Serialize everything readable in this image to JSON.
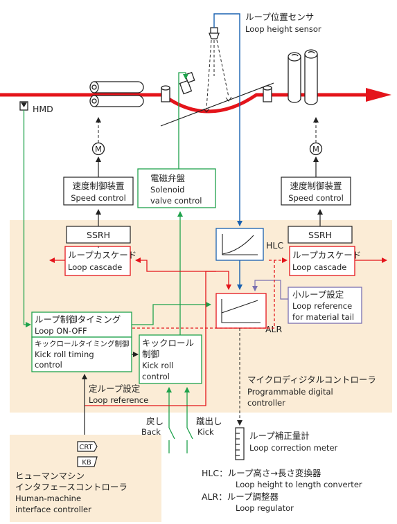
{
  "labels": {
    "loop_sensor_jp": "ループ位置センサ",
    "loop_sensor_en": "Loop height sensor",
    "hmd": "HMD",
    "motor": "M",
    "speed_jp": "速度制御装置",
    "speed_en": "Speed control",
    "solenoid_jp": "電磁弁盤",
    "solenoid_en1": "Solenoid",
    "solenoid_en2": "valve control",
    "ssrh": "SSRH",
    "cascade_jp": "ループカスケード",
    "cascade_en": "Loop cascade",
    "hlc": "HLC",
    "alr": "ALR",
    "small_loop_jp": "小ループ設定",
    "small_loop_en1": "Loop reference",
    "small_loop_en2": "for material tail",
    "timing_jp": "ループ制御タイミング",
    "timing_en": "Loop ON-OFF",
    "kick_timing_jp": "キックロールタイミング制御",
    "kick_timing_en1": "Kick roll timing",
    "kick_timing_en2": "control",
    "kick_ctrl_jp1": "キックロール",
    "kick_ctrl_jp2": "制御",
    "kick_ctrl_en1": "Kick roll",
    "kick_ctrl_en2": "control",
    "loop_ref_jp": "定ループ設定",
    "loop_ref_en": "Loop reference",
    "pdc_jp": "マイクロディジタルコントローラ",
    "pdc_en1": "Programmable digital",
    "pdc_en2": "controller",
    "back_jp": "戻し",
    "back_en": "Back",
    "kick_jp": "蹴出し",
    "kick_en": "Kick",
    "meter_jp": "ループ補正量計",
    "meter_en": "Loop correction meter",
    "crt": "CRT",
    "kb": "KB",
    "hmi_jp1": "ヒューマンマシン",
    "hmi_jp2": "インタフェースコントローラ",
    "hmi_en1": "Human-machine",
    "hmi_en2": "interface controller",
    "legend_hlc_jp": "HLC：ループ高さ→長さ変換器",
    "legend_hlc_en": "Loop height to length converter",
    "legend_alr_jp": "ALR：ループ調整器",
    "legend_alr_en": "Loop regulator"
  },
  "colors": {
    "red": "#e4141b",
    "green": "#1ea24b",
    "blue": "#1860b0",
    "dark": "#222222",
    "panel": "#fbecd6",
    "purple": "#7a6fb0"
  }
}
